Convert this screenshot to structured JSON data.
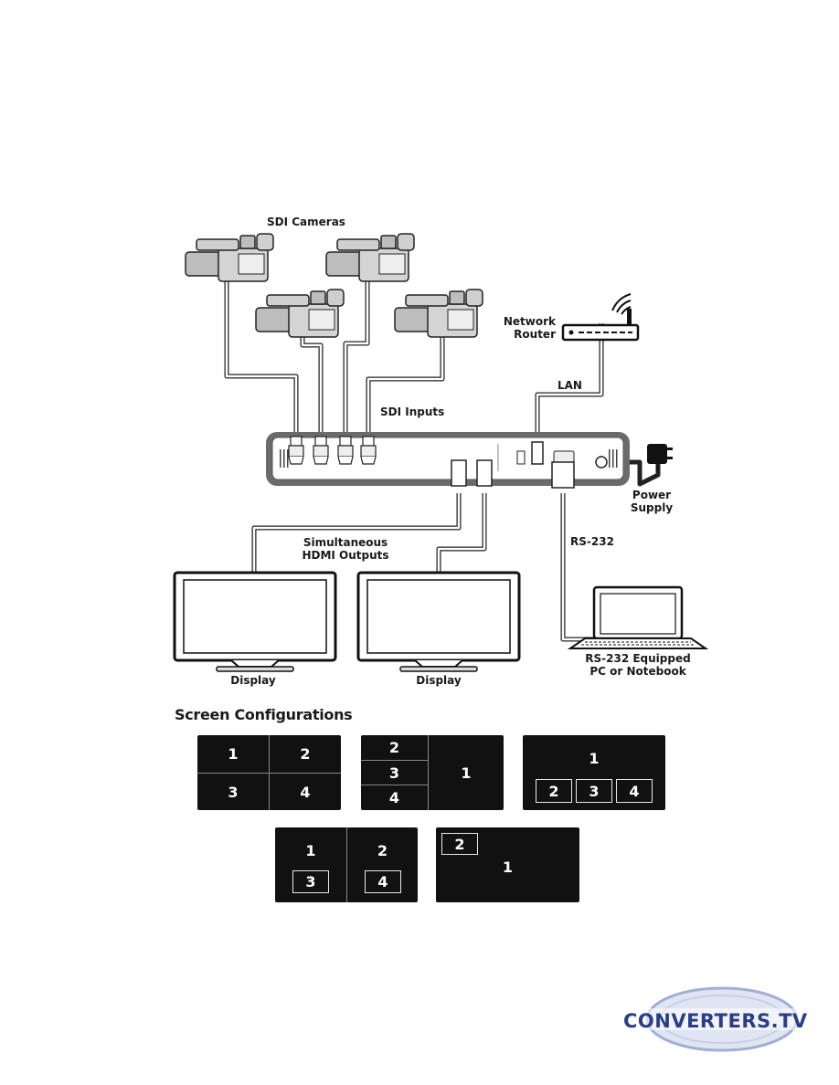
{
  "labels": {
    "sdi_cameras": "SDI Cameras",
    "network_router_line1": "Network",
    "network_router_line2": "Router",
    "lan": "LAN",
    "sdi_inputs": "SDI Inputs",
    "power_supply_line1": "Power",
    "power_supply_line2": "Supply",
    "hdmi_outputs_line1": "Simultaneous",
    "hdmi_outputs_line2": "HDMI Outputs",
    "rs232": "RS-232",
    "display_1": "Display",
    "display_2": "Display",
    "pc_line1": "RS-232 Equipped",
    "pc_line2": "PC or Notebook"
  },
  "screen_configurations": {
    "heading": "Screen Configurations",
    "layouts": [
      {
        "panes": [
          "1",
          "2",
          "3",
          "4"
        ]
      },
      {
        "panes": [
          "2",
          "3",
          "4",
          "1"
        ]
      },
      {
        "panes": [
          "1",
          "2",
          "3",
          "4"
        ]
      },
      {
        "panes": [
          "1",
          "2",
          "3",
          "4"
        ]
      },
      {
        "panes": [
          "2",
          "1"
        ]
      }
    ]
  },
  "logo": {
    "text": "CONVERTERS.TV"
  },
  "colors": {
    "brand": "#2a3e86",
    "device": "#6b6b6b",
    "panel": "#111111"
  }
}
